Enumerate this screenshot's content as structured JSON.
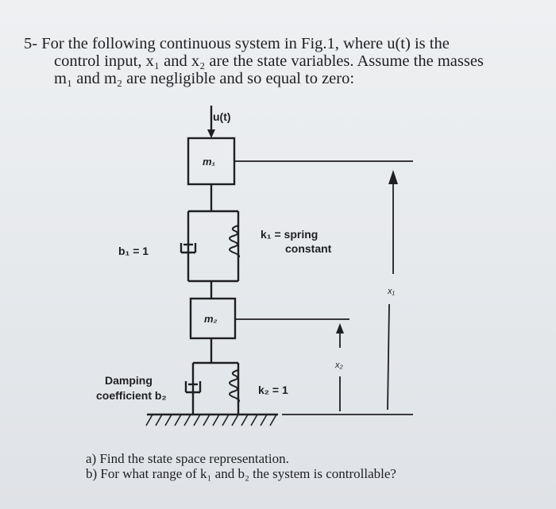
{
  "problem": {
    "lines": [
      "5- For the following continuous system in Fig.1, where u(t) is the",
      "control input, x₁ and x₂ are the state variables. Assume the masses",
      "m₁ and m₂ are negligible and so equal to zero:"
    ]
  },
  "figure": {
    "input_label": "u(t)",
    "mass1_label": "m₁",
    "mass2_label": "m₂",
    "b1_label": "b₁  =  1",
    "k1_label": "k₁ = spring",
    "k1_label_2": "constant",
    "damping_label_1": "Damping",
    "damping_label_2": "coefficient b₂",
    "k2_label": "k₂ = 1",
    "x1_label": "x₁",
    "x2_label": "x₂"
  },
  "questions": [
    "a) Find the state space representation.",
    "b) For what range of k₁ and b₂ the system is controllable?"
  ]
}
